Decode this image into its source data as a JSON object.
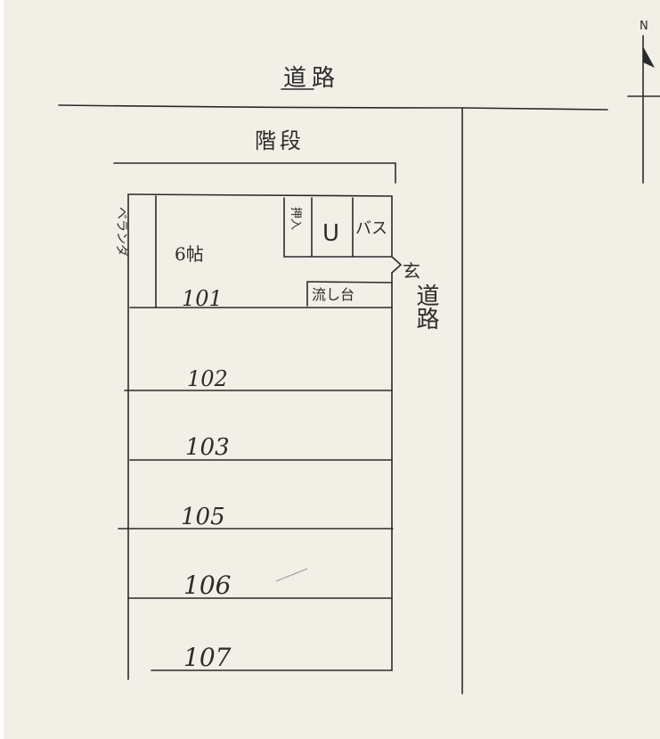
{
  "compass": {
    "north_label": "N"
  },
  "labels": {
    "road_top": "道路",
    "road_right": "道路",
    "stairs": "階段",
    "veranda": "ベランダ",
    "room_size": "6帖",
    "closet": "押入",
    "toilet": "U",
    "bath": "バス",
    "sink": "流し台",
    "entrance": "玄"
  },
  "rooms": [
    "101",
    "102",
    "103",
    "105",
    "106",
    "107"
  ],
  "colors": {
    "paper": "#f1efe6",
    "ink": "#2a2a2a"
  }
}
